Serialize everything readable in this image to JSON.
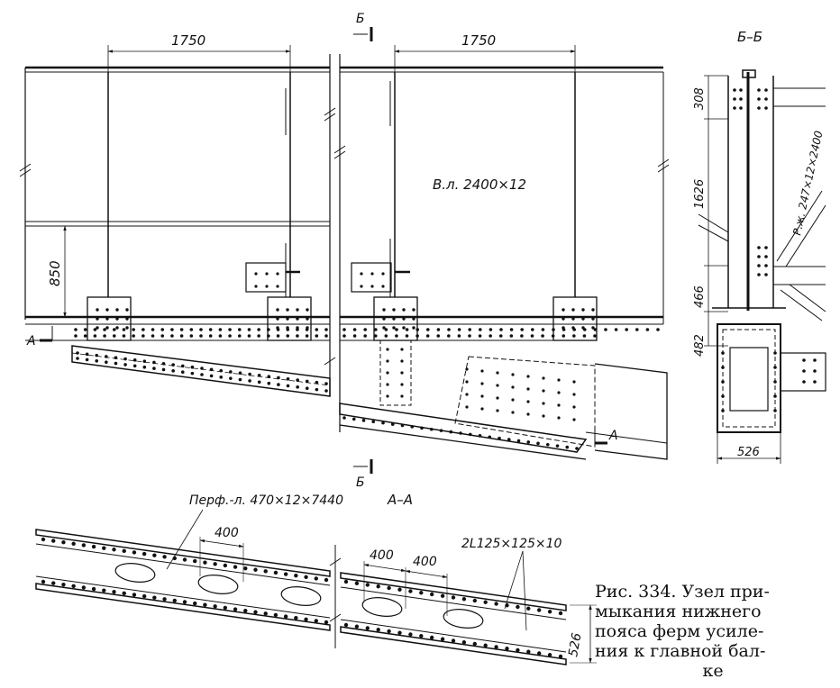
{
  "dimensions": {
    "span_left": "1750",
    "span_right": "1750",
    "height_850": "850",
    "sect_308": "308",
    "sect_1626": "1626",
    "sect_466": "466",
    "sect_482": "482",
    "sect_width_526": "526",
    "aa_pitch_1": "400",
    "aa_pitch_2": "400",
    "aa_pitch_3": "400",
    "aa_height_526": "526"
  },
  "labels": {
    "web_plate": "В.л. 2400×12",
    "stiffener": "Р.ж. 247×12×2400",
    "perforated_plate": "Перф.-л. 470×12×7440",
    "angles": "2L125×125×10",
    "section_bb_title": "Б–Б",
    "section_aa_title": "А–А",
    "cut_b_top": "Б",
    "cut_b_bottom": "Б",
    "cut_a_left": "А",
    "cut_a_right": "А"
  },
  "caption": {
    "line1": "Рис. 334. Узел при-",
    "line2": "мыкания нижнего",
    "line3": "пояса ферм усиле-",
    "line4": "ния к главной бал-",
    "line5": "ке"
  }
}
